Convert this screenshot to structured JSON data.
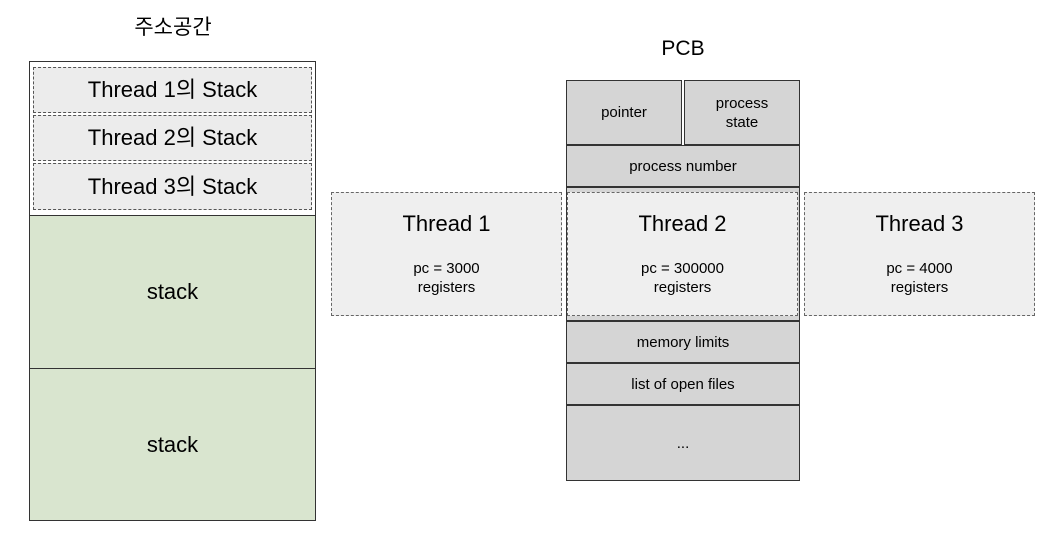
{
  "address_space": {
    "title": "주소공간",
    "thread_stacks": [
      "Thread 1의 Stack",
      "Thread 2의 Stack",
      "Thread 3의 Stack"
    ],
    "stack_labels": [
      "stack",
      "stack"
    ]
  },
  "pcb": {
    "title": "PCB",
    "pointer": "pointer",
    "process_state": "process\nstate",
    "process_number": "process number",
    "memory_limits": "memory limits",
    "open_files": "list of open files",
    "ellipsis": "..."
  },
  "threads": [
    {
      "name": "Thread 1",
      "pc": "pc = 3000",
      "registers": "registers"
    },
    {
      "name": "Thread 2",
      "pc": "pc = 300000",
      "registers": "registers"
    },
    {
      "name": "Thread 3",
      "pc": "pc = 4000",
      "registers": "registers"
    }
  ],
  "colors": {
    "stack_green": "#d9e5cf",
    "pcb_gray": "#d5d5d5",
    "thread_gray": "#efefef",
    "border": "#333333"
  }
}
